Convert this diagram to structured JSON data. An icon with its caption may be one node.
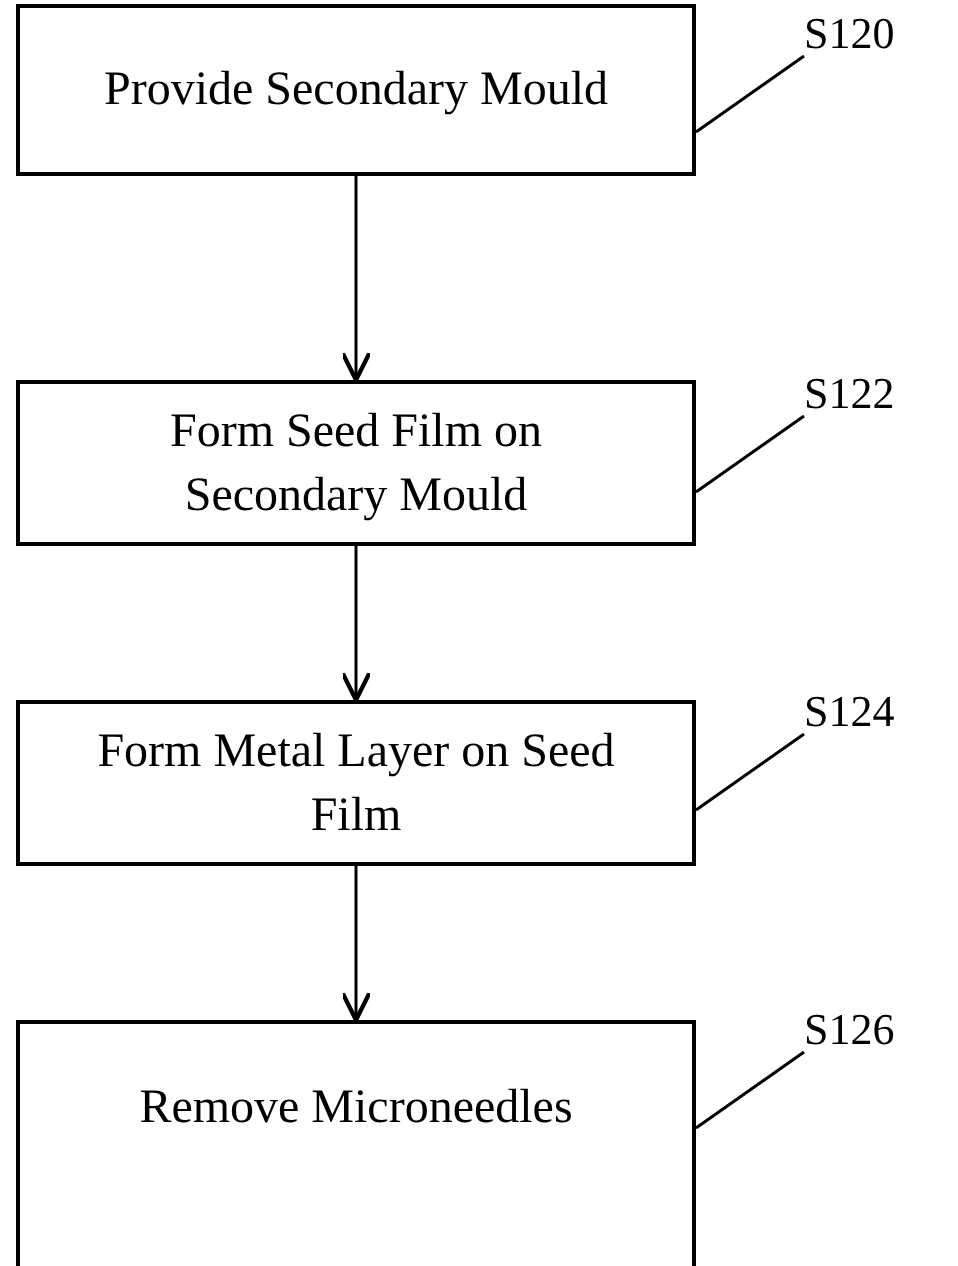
{
  "diagram": {
    "nodes": [
      {
        "text": [
          "Provide Secondary Mould"
        ]
      },
      {
        "text": [
          "S120"
        ]
      },
      {
        "text": [
          "Form Seed Film on Secondary Mould"
        ]
      },
      {
        "text": [
          "S122"
        ]
      },
      {
        "text": [
          "Form Metal Layer on Seed Film"
        ]
      },
      {
        "text": [
          "S124"
        ]
      },
      {
        "text": [
          "Remove Microneedles"
        ]
      },
      {
        "text": [
          "S126"
        ]
      }
    ],
    "edges": [
      {
        "from": 0,
        "to": 2,
        "arrow": "to"
      },
      {
        "from": 2,
        "to": 4,
        "arrow": "to"
      },
      {
        "from": 4,
        "to": 6,
        "arrow": "to"
      },
      {
        "from": 1,
        "to": 0,
        "arrow": "none"
      },
      {
        "from": 3,
        "to": 2,
        "arrow": "none"
      },
      {
        "from": 5,
        "to": 4,
        "arrow": "none"
      },
      {
        "from": 7,
        "to": 6,
        "arrow": "none"
      }
    ]
  }
}
